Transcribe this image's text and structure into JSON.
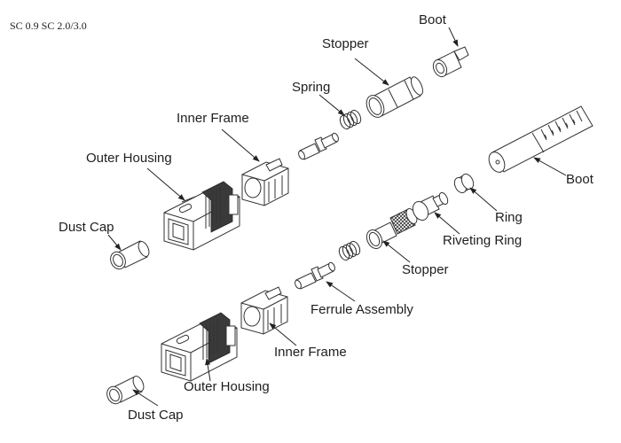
{
  "header": {
    "variants": "SC 0.9  SC 2.0/3.0"
  },
  "diagram": {
    "title": "SC connector exploded view",
    "top_assembly": {
      "variant": "SC 0.9",
      "labels": {
        "boot": "Boot",
        "stopper": "Stopper",
        "spring": "Spring",
        "inner_frame": "Inner Frame",
        "outer_housing": "Outer Housing",
        "dust_cap": "Dust Cap"
      }
    },
    "bottom_assembly": {
      "variant": "SC 2.0/3.0",
      "labels": {
        "boot": "Boot",
        "ring": "Ring",
        "riveting_ring": "Riveting Ring",
        "stopper": "Stopper",
        "ferrule_assembly": "Ferrule Assembly",
        "inner_frame": "Inner Frame",
        "outer_housing": "Outer Housing",
        "dust_cap": "Dust Cap"
      }
    }
  }
}
